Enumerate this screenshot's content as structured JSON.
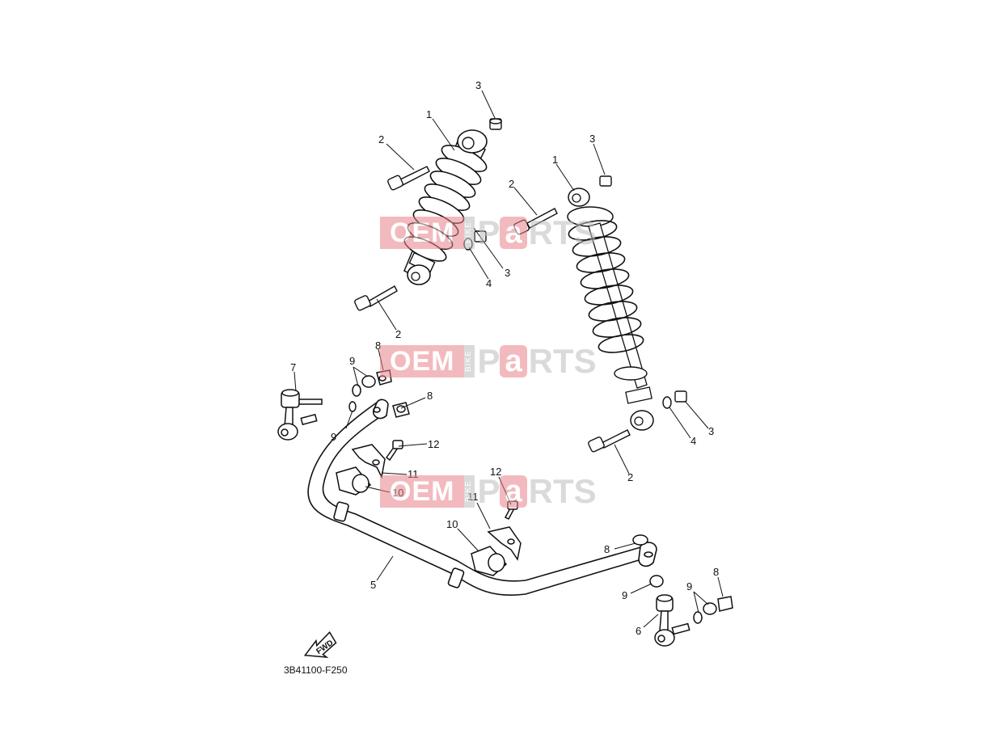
{
  "diagram": {
    "code": "3B41100-F250",
    "fwd_label": "FWD"
  },
  "watermark": {
    "oem": "OEM",
    "bike": "BIKE",
    "p": "P",
    "a": "a",
    "rts": "RTS"
  },
  "callouts": {
    "c1a": "1",
    "c2a": "2",
    "c3a": "3",
    "c3b": "3",
    "c4a": "4",
    "c2b": "2",
    "c1b": "1",
    "c2c": "2",
    "c3c": "3",
    "c3d": "3",
    "c4b": "4",
    "c2d": "2",
    "c7": "7",
    "c9a": "9",
    "c8a": "8",
    "c8b": "8",
    "c9b": "9",
    "c12a": "12",
    "c11a": "11",
    "c10a": "10",
    "c12b": "12",
    "c11b": "11",
    "c10b": "10",
    "c5": "5",
    "c8c": "8",
    "c9c": "9",
    "c9d": "9",
    "c8d": "8",
    "c6": "6"
  }
}
